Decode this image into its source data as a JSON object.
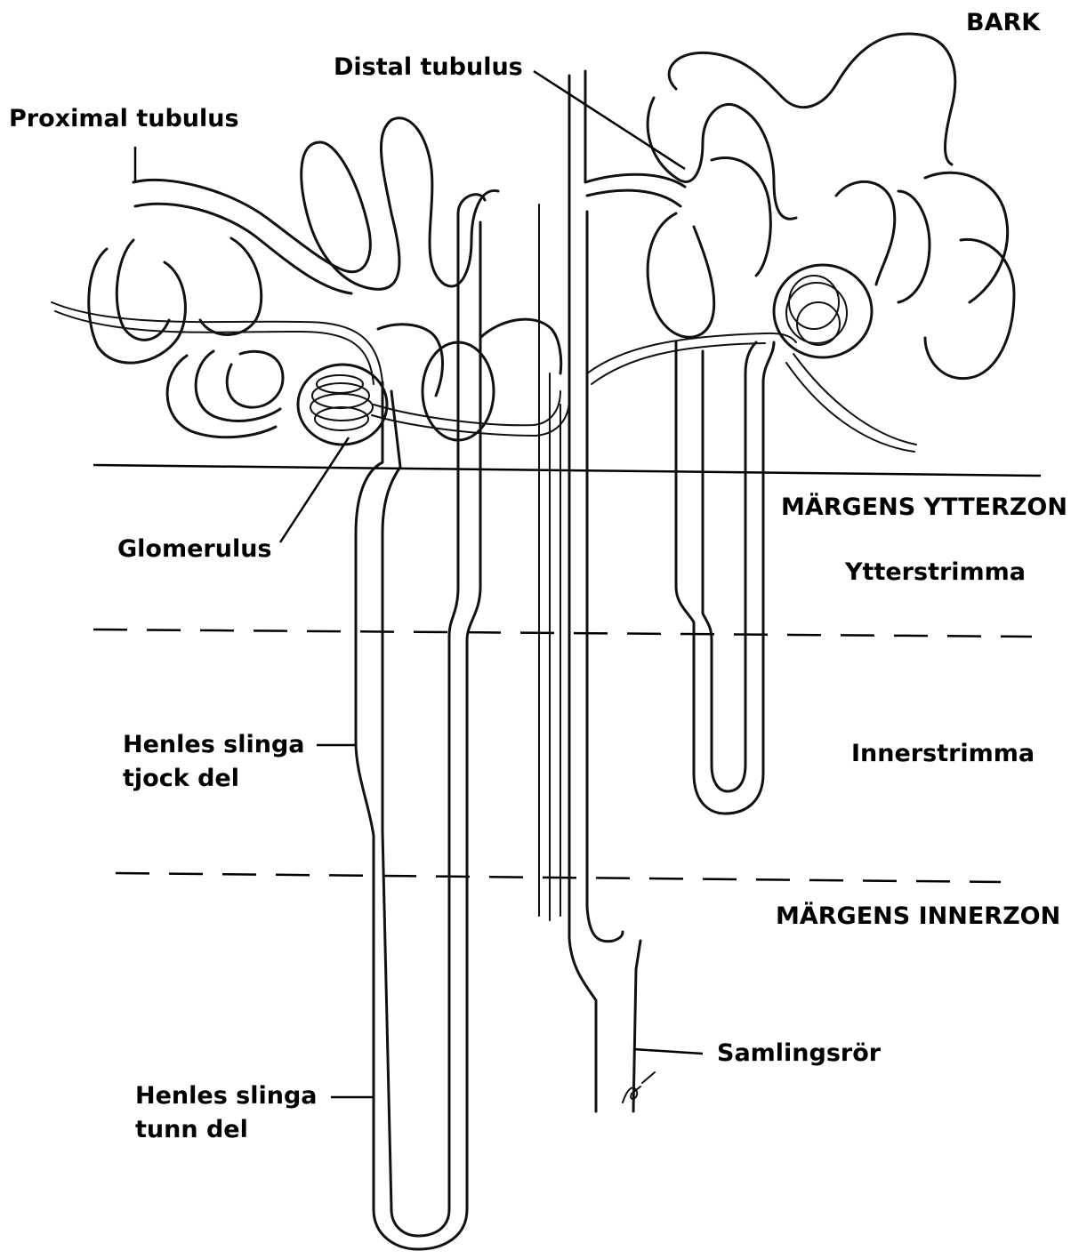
{
  "labels": {
    "bark": "BARK",
    "distal_tubulus": "Distal tubulus",
    "proximal_tubulus": "Proximal tubulus",
    "margens_ytterzon": "MÄRGENS YTTERZON",
    "glomerulus": "Glomerulus",
    "ytterstrimma": "Ytterstrimma",
    "henles_tjock_line1": "Henles slinga",
    "henles_tjock_line2": "tjock del",
    "innerstrimma": "Innerstrimma",
    "margens_innerzon": "MÄRGENS INNERZON",
    "samlingsror": "Samlingsrör",
    "henles_tunn_line1": "Henles slinga",
    "henles_tunn_line2": "tunn del"
  },
  "colors": {
    "line": "#111111",
    "background": "#ffffff"
  }
}
